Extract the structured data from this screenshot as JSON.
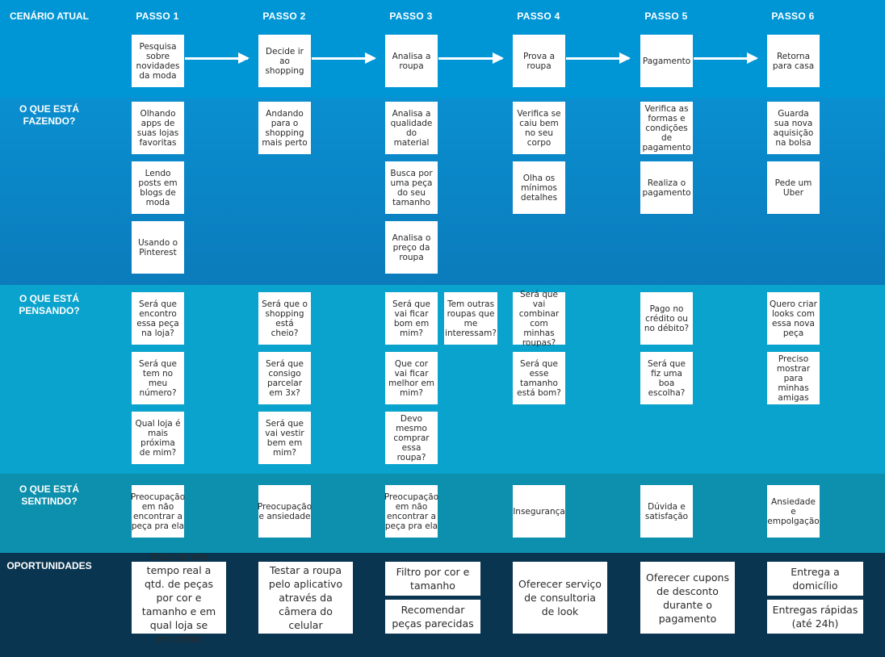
{
  "rows": {
    "current": "CENÁRIO ATUAL",
    "doing": "O QUE ESTÁ FAZENDO?",
    "thinking": "O QUE ESTÁ PENSANDO?",
    "feeling": "O QUE ESTÁ SENTINDO?",
    "opportunities": "OPORTUNIDADES"
  },
  "steps": [
    "PASSO 1",
    "PASSO 2",
    "PASSO 3",
    "PASSO 4",
    "PASSO 5",
    "PASSO 6"
  ],
  "current": [
    "Pesquisa sobre novidades da moda",
    "Decide ir ao shopping",
    "Analisa a roupa",
    "Prova a roupa",
    "Pagamento",
    "Retorna para casa"
  ],
  "doing": [
    [
      "Olhando apps de suas lojas favoritas",
      "Lendo posts em blogs de moda",
      "Usando o Pinterest"
    ],
    [
      "Andando para o shopping mais perto"
    ],
    [
      "Analisa a qualidade do material",
      "Busca por uma peça do seu tamanho",
      "Analisa o preço da roupa"
    ],
    [
      "Verifica se caiu bem no seu corpo",
      "Olha os mínimos detalhes"
    ],
    [
      "Verifica as formas e condições de pagamento",
      "Realiza o pagamento"
    ],
    [
      "Guarda sua nova aquisição na bolsa",
      "Pede um Uber"
    ]
  ],
  "thinking": [
    [
      "Será que encontro essa peça na loja?",
      "Será que tem no meu número?",
      "Qual loja é mais próxima de mim?"
    ],
    [
      "Será que o shopping está cheio?",
      "Será que consigo parcelar em 3x?",
      "Será que vai vestir bem em mim?"
    ],
    [
      "Será que vai ficar bom em mim?",
      "Que cor vai ficar melhor em mim?",
      "Devo mesmo comprar essa roupa?"
    ],
    [
      "Será que vai combinar com minhas roupas?",
      "Será que esse tamanho está bom?"
    ],
    [
      "Pago no crédito ou no débito?",
      "Será que fiz uma boa escolha?"
    ],
    [
      "Quero criar looks com essa nova peça",
      "Preciso mostrar para minhas amigas"
    ]
  ],
  "thinking_extra": "Tem outras roupas que me interessam?",
  "feeling": [
    "Preocupação em não encontrar a peça pra ela",
    "Preocupação e ansiedade",
    "Preocupação em não encontrar a peça pra ela",
    "Insegurança",
    "Dúvida e satisfação",
    "Ansiedade e empolgação"
  ],
  "opportunities": [
    [
      "Mostrar em tempo real a qtd. de peças por cor e tamanho e em qual loja se encontra"
    ],
    [
      "Testar a roupa pelo aplicativo através da câmera do celular"
    ],
    [
      "Filtro por cor e tamanho",
      "Recomendar peças parecidas"
    ],
    [
      "Oferecer serviço de consultoria de look"
    ],
    [
      "Oferecer cupons de desconto durante o pagamento"
    ],
    [
      "Entrega a domicílio",
      "Entregas rápidas (até 24h)"
    ]
  ],
  "colors": {
    "row_current": "#0096d6",
    "row_doing_top": "#0a8fd0",
    "row_doing_bottom": "#0b7cbc",
    "row_thinking": "#0aa3cd",
    "row_feeling": "#0e8fab",
    "row_opportunities": "#0a3550"
  }
}
